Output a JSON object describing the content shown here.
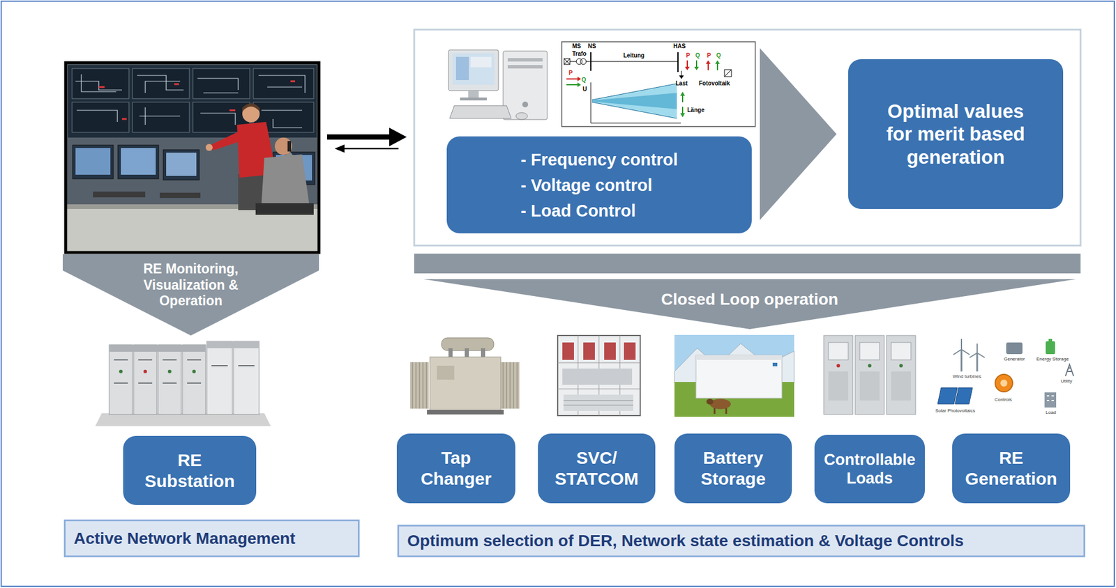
{
  "diagram": {
    "nodes": [
      {
        "text": [
          "RE Monitoring, Visualization & Operation"
        ]
      },
      {
        "text": [
          "RE Substation"
        ]
      },
      {
        "text": [
          "Active Network Management"
        ]
      },
      {
        "text": [
          "- Frequency control",
          "- Voltage control",
          "- Load Control"
        ]
      },
      {
        "text": [
          "Optimal values for merit based generation"
        ]
      },
      {
        "text": [
          "Closed Loop operation"
        ]
      },
      {
        "text": [
          "Tap Changer"
        ]
      },
      {
        "text": [
          "SVC/ STATCOM"
        ]
      },
      {
        "text": [
          "Battery Storage"
        ]
      },
      {
        "text": [
          "Controllable Loads"
        ]
      },
      {
        "text": [
          "RE Generation"
        ]
      },
      {
        "text": [
          "Optimum selection of DER, Network state estimation & Voltage Controls"
        ]
      }
    ],
    "edges": [
      {
        "from": 3,
        "to": 4,
        "arrow": "to"
      }
    ],
    "labels": [
      "MS",
      "Trafo",
      "NS",
      "Leitung",
      "HAS",
      "P",
      "Q",
      "U",
      "P",
      "Q",
      "P",
      "Q",
      "Last",
      "Fotovoltaik",
      "Länge",
      "Solar Photovoltaics",
      "Wind turbines",
      "Generator",
      "Energy Storage",
      "Utility",
      "Controls",
      "Load"
    ]
  }
}
